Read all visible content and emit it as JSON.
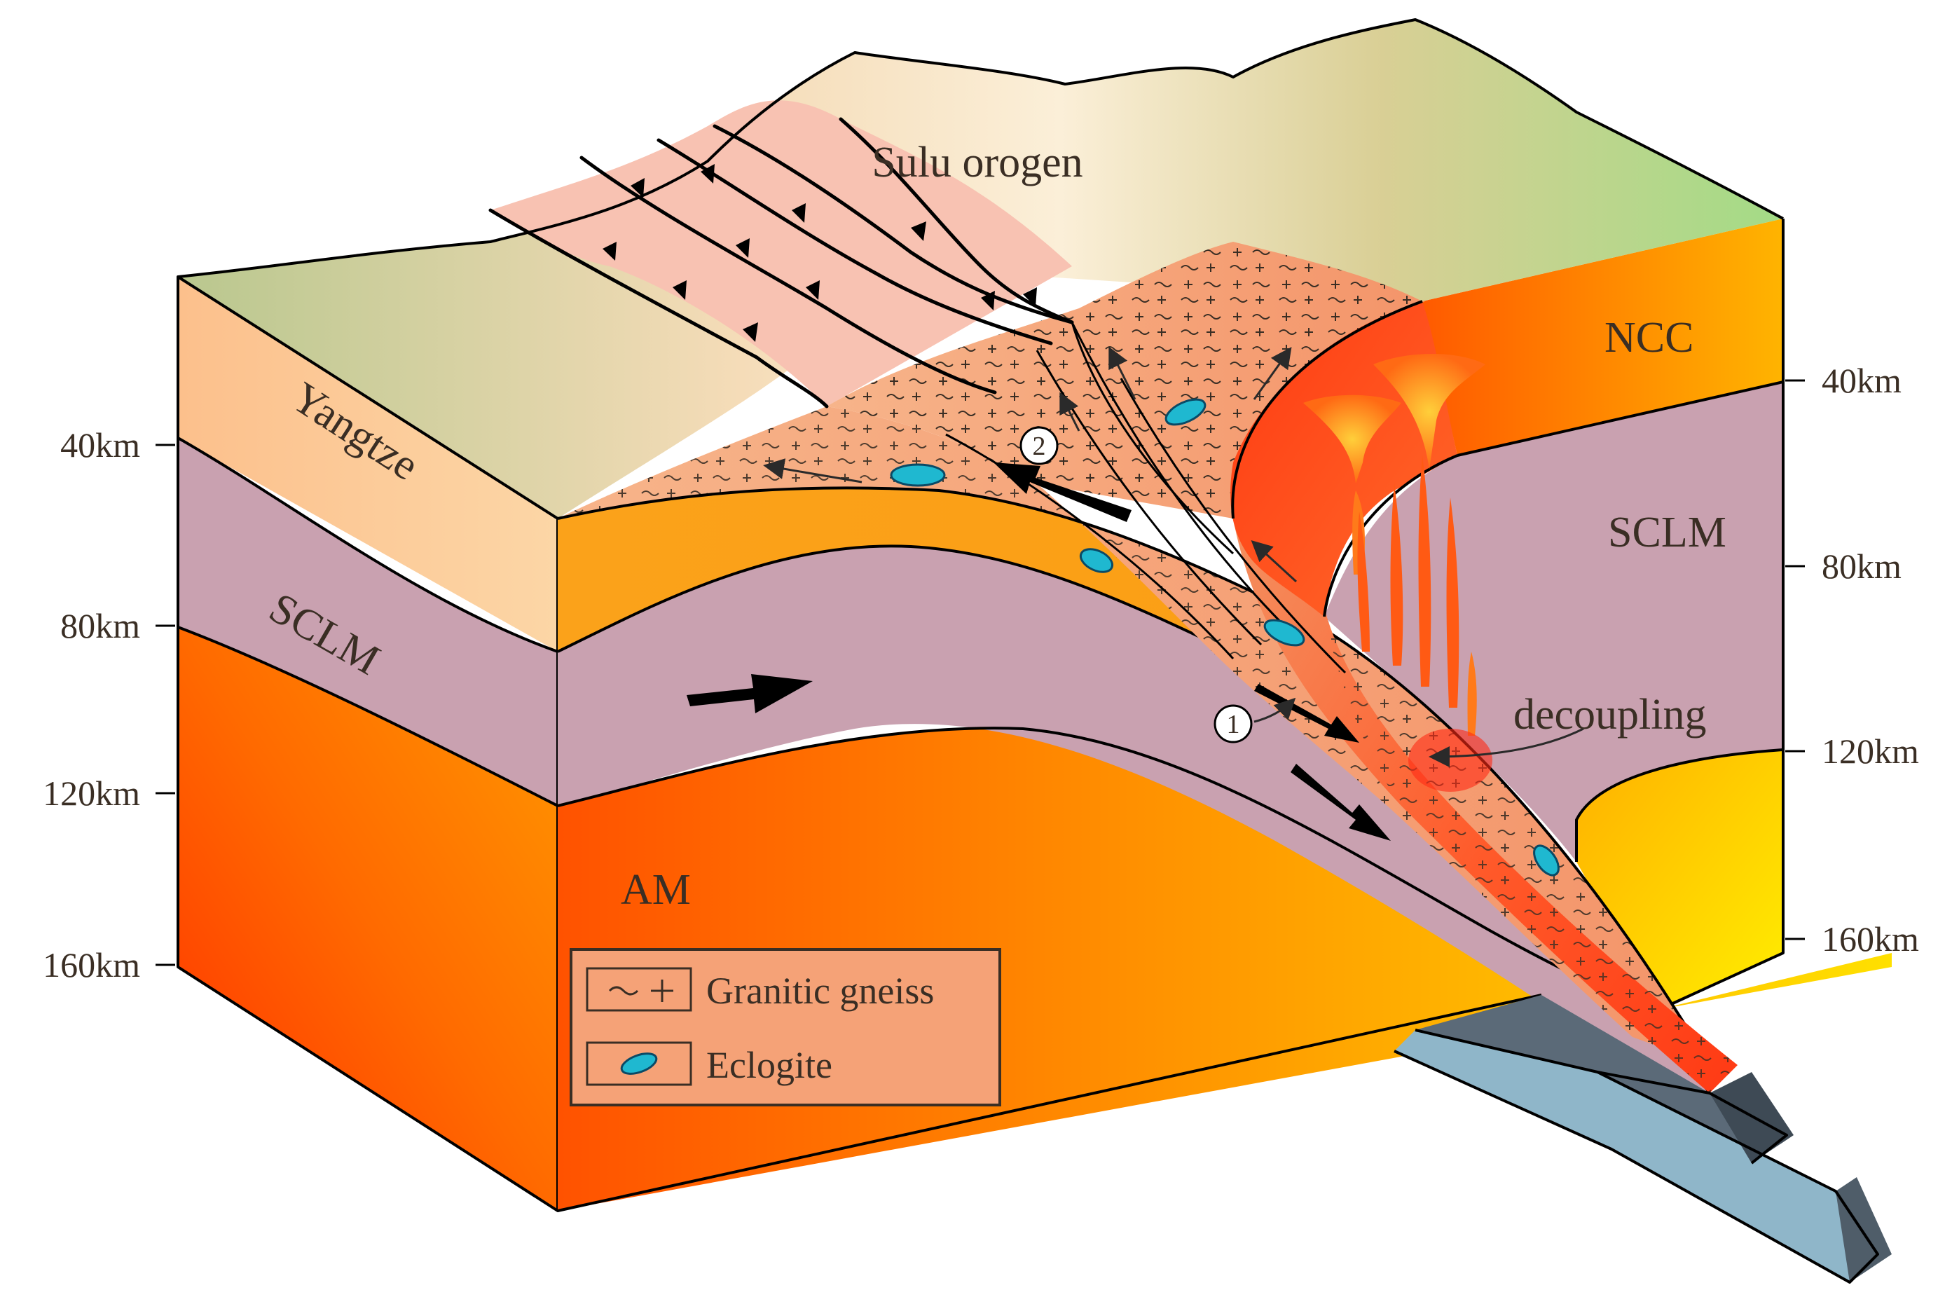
{
  "labels": {
    "sulu": "Sulu orogen",
    "yangtze": "Yangtze",
    "ncc": "NCC",
    "sclm_left": "SCLM",
    "sclm_right": "SCLM",
    "am": "AM",
    "decoupling": "decoupling",
    "marker_1": "1",
    "marker_2": "2"
  },
  "depth_left": [
    "40km",
    "80km",
    "120km",
    "160km"
  ],
  "depth_right": [
    "40km",
    "80km",
    "120km",
    "160km"
  ],
  "legend": {
    "items": [
      {
        "symbol": "~ +",
        "label": "Granitic gneiss"
      },
      {
        "symbol": "eclogite-lens",
        "label": "Eclogite"
      }
    ]
  },
  "colors": {
    "surface_green": "#a9d98a",
    "surface_light": "#fbe6c8",
    "crust_orange": "#f9a318",
    "sclm_mauve": "#c9a1b0",
    "mantle_red": "#ff5a00",
    "mantle_yellow": "#ffe600",
    "gneiss_salmon": "#f4a176",
    "melt_red": "#ff4a1a",
    "eclogite_cyan": "#1fb8d0",
    "slab_grey": "#5b6a78",
    "slab_blue": "#8fb6c9"
  }
}
